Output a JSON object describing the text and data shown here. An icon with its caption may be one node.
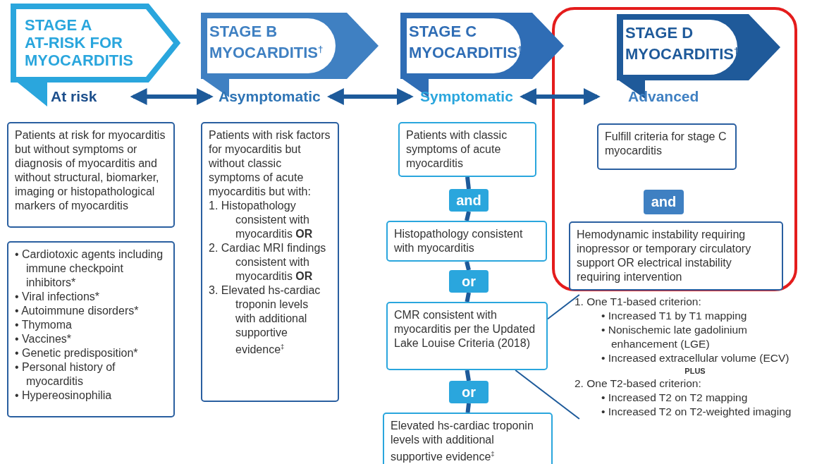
{
  "diagram": {
    "nodes": [
      {
        "text": [
          "STAGE A",
          "AT-RISK FOR MYOCARDITIS"
        ]
      },
      {
        "text": [
          "At risk"
        ]
      },
      {
        "text": [
          "Patients at risk for myocarditis but without symptoms or diagnosis of myocarditis and without structural, biomarker, imaging or histopathological markers of myocarditis"
        ]
      },
      {
        "text": [
          "• Cardiotoxic agents including immune checkpoint inhibitors*",
          "• Viral infections*",
          "• Autoimmune disorders*",
          "• Thymoma",
          "• Vaccines*",
          "• Genetic predisposition*",
          "• Personal history of myocarditis",
          "• Hypereosinophilia"
        ]
      },
      {
        "text": [
          "STAGE B",
          "MYOCARDITIS$^{†}$"
        ]
      },
      {
        "text": [
          "Asymptomatic"
        ]
      },
      {
        "text": [
          "Patients with risk factors for myocarditis but without classic symptoms of acute myocarditis but with:",
          "1. Histopathology consistent with myocarditis **OR**",
          "2. Cardiac MRI findings consistent with myocarditis **OR**",
          "3. Elevated hs-cardiac troponin levels with additional supportive evidence$^{‡}$"
        ]
      },
      {
        "text": [
          "STAGE C",
          "MYOCARDITIS$^{†}$"
        ]
      },
      {
        "text": [
          "Symptomatic"
        ]
      },
      {
        "text": [
          "Patients with classic symptoms of acute myocarditis"
        ]
      },
      {
        "text": [
          "and"
        ]
      },
      {
        "text": [
          "Histopathology consistent with myocarditis"
        ]
      },
      {
        "text": [
          "or"
        ]
      },
      {
        "text": [
          "CMR consistent with myocarditis per the Updated Lake Louise Criteria (2018)"
        ]
      },
      {
        "text": [
          "or"
        ]
      },
      {
        "text": [
          "Elevated hs-cardiac troponin levels with additional supportive evidence$^{‡}$"
        ]
      },
      {
        "text": [
          "1. One T1-based criterion:",
          "• Increased T1 by T1 mapping",
          "• Nonischemic late gadolinium enhancement (LGE)",
          "• Increased extracellular volume (ECV)",
          "PLUS",
          "2. One T2-based criterion:",
          "• Increased T2 on T2 mapping",
          "• Increased T2 on T2-weighted imaging"
        ]
      },
      {
        "text": [],
        "shape": "box"
      },
      {
        "text": [
          "STAGE D",
          "MYOCARDITIS$^{†}$"
        ],
        "in": 17
      },
      {
        "text": [
          "Advanced"
        ],
        "in": 17
      },
      {
        "text": [
          "Fulfill criteria for stage C myocarditis"
        ],
        "in": 17
      },
      {
        "text": [
          "and"
        ],
        "in": 17
      },
      {
        "text": [
          "Hemodynamic instability requiring inopressor or temporary circulatory support OR electrical instability requiring intervention"
        ],
        "in": 17
      }
    ],
    "edges": [
      {
        "from": 1,
        "to": 5,
        "arrow": "both"
      },
      {
        "from": 5,
        "to": 8,
        "arrow": "both"
      },
      {
        "from": 8,
        "to": 19,
        "arrow": "both"
      },
      {
        "from": 9,
        "to": 10,
        "arrow": "none"
      },
      {
        "from": 10,
        "to": 11,
        "arrow": "none"
      },
      {
        "from": 11,
        "to": 12,
        "arrow": "none"
      },
      {
        "from": 12,
        "to": 13,
        "arrow": "none"
      },
      {
        "from": 13,
        "to": 14,
        "arrow": "none"
      },
      {
        "from": 14,
        "to": 15,
        "arrow": "none"
      },
      {
        "from": 13,
        "to": 16,
        "arrow": "none"
      },
      {
        "from": 13,
        "to": 16,
        "arrow": "none"
      }
    ]
  }
}
